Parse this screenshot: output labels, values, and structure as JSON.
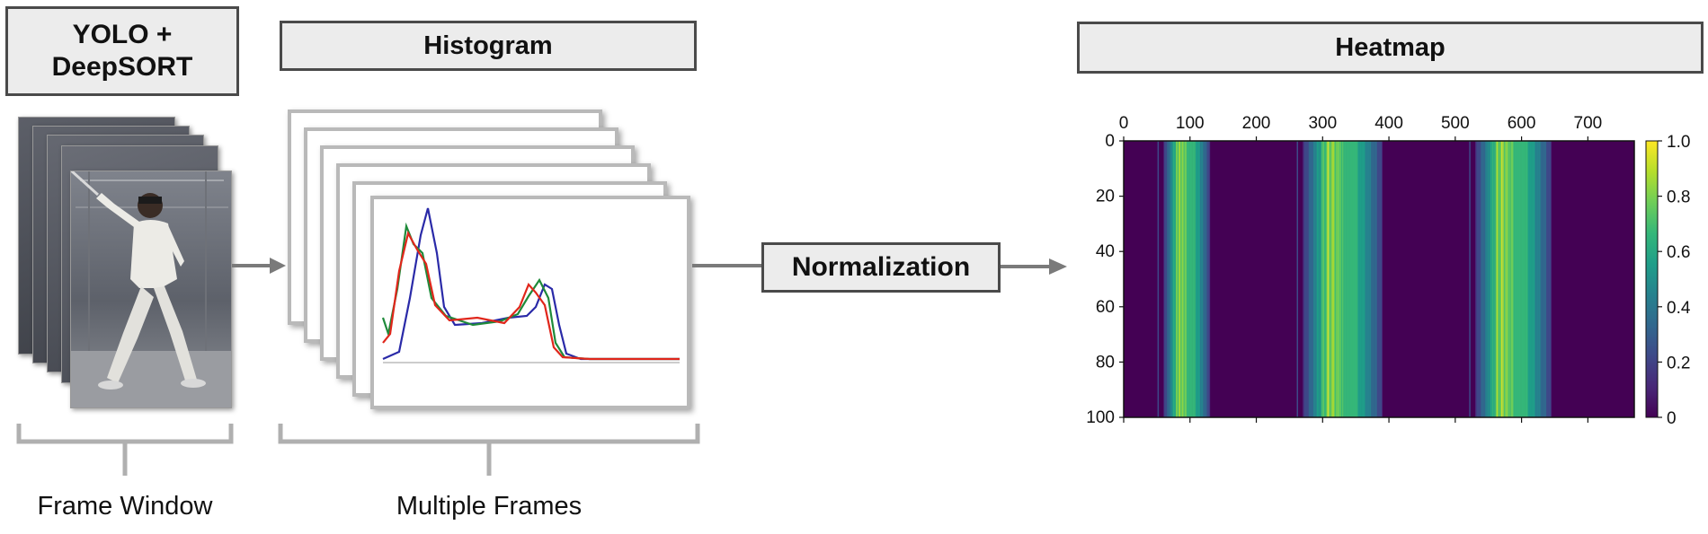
{
  "stages": {
    "detection": {
      "line1": "YOLO +",
      "line2": "DeepSORT"
    },
    "histogram": {
      "label": "Histogram"
    },
    "normalization": {
      "label": "Normalization"
    },
    "heatmap": {
      "label": "Heatmap"
    }
  },
  "captions": {
    "frame_window": "Frame Window",
    "multiple_frames": "Multiple Frames"
  },
  "histogram_series": [
    {
      "color": "#2a2aa8"
    },
    {
      "color": "#1f8a3a"
    },
    {
      "color": "#e0261b"
    }
  ],
  "chart_data": {
    "type": "heatmap",
    "x_ticks": [
      "0",
      "100",
      "200",
      "300",
      "400",
      "500",
      "600",
      "700"
    ],
    "y_ticks": [
      "0",
      "20",
      "40",
      "60",
      "80",
      "100"
    ],
    "xlim": [
      0,
      770
    ],
    "ylim": [
      0,
      100
    ],
    "colorbar_ticks": [
      "1.0",
      "0.8",
      "0.6",
      "0.4",
      "0.2",
      "0"
    ],
    "colorbar_range": [
      0,
      1
    ],
    "colormap": "viridis",
    "bands": [
      {
        "x_start": 60,
        "x_end": 130,
        "peak": 1.0
      },
      {
        "x_start": 270,
        "x_end": 390,
        "peak": 1.0
      },
      {
        "x_start": 530,
        "x_end": 645,
        "peak": 1.0
      }
    ]
  }
}
